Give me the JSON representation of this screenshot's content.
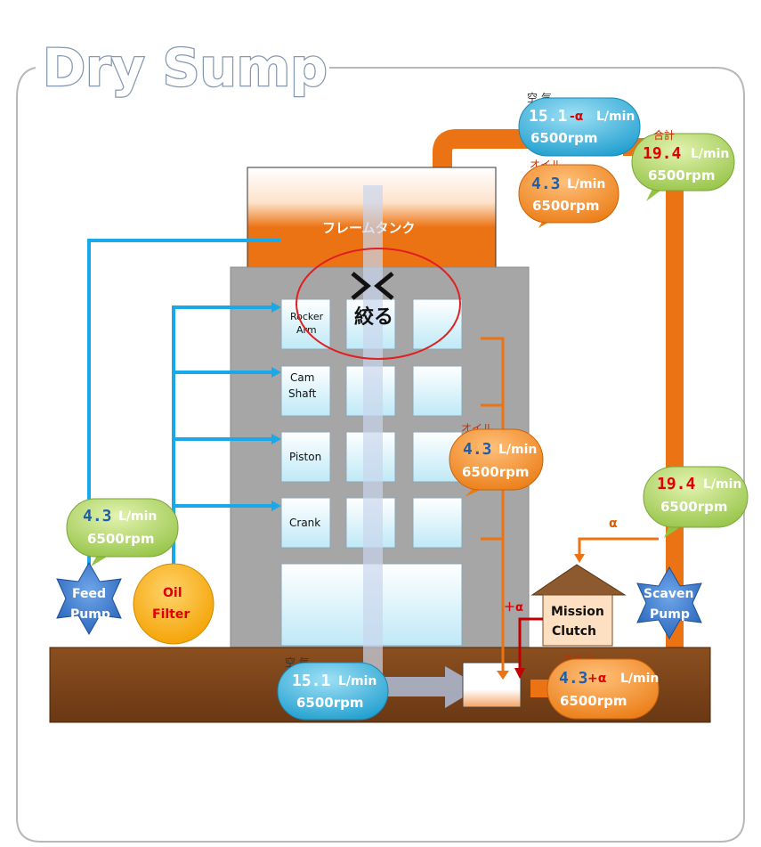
{
  "title": "Dry Sump",
  "colors": {
    "oil": "#ec7314",
    "feed": "#1aa9e8",
    "base": "#7b4318",
    "engine": "#a6a6a6",
    "red_text": "#e00000",
    "blue_text": "#1f5ea8"
  },
  "tank": {
    "label": "フレームタンク"
  },
  "restrict": {
    "label": "絞る"
  },
  "engine_parts": {
    "rocker_arm": "Rocker Arm",
    "cam_shaft": "Cam Shaft",
    "piston": "Piston",
    "crank": "Crank"
  },
  "pumps": {
    "feed": {
      "line1": "Feed",
      "line2": "Pump"
    },
    "oil_filter": {
      "line1": "Oil",
      "line2": "Filter"
    },
    "scaven": {
      "line1": "Scaven",
      "line2": "Pump"
    }
  },
  "clutch": {
    "line1": "Mission",
    "line2": "Clutch"
  },
  "labels": {
    "alpha": "α",
    "plus_alpha": "＋α"
  },
  "bubbles": {
    "air_top": {
      "tag": "空 気",
      "num": "15.1",
      "sym": "-α",
      "unit": "L/min",
      "rpm": "6500rpm"
    },
    "oil_top": {
      "tag": "オイル",
      "num": "4.3",
      "unit": "L/min",
      "rpm": "6500rpm"
    },
    "total_top": {
      "tag": "合計",
      "num": "19.4",
      "unit": "L/min",
      "rpm": "6500rpm"
    },
    "oil_mid": {
      "tag": "オイル",
      "num": "4.3",
      "unit": "L/min",
      "rpm": "6500rpm"
    },
    "total_right": {
      "num": "19.4",
      "unit": "L/min",
      "rpm": "6500rpm"
    },
    "feed_left": {
      "num": "4.3",
      "unit": "L/min",
      "rpm": "6500rpm"
    },
    "air_bottom": {
      "tag": "空 気",
      "num": "15.1",
      "unit": "L/min",
      "rpm": "6500rpm"
    },
    "oil_bottom": {
      "tag": "オイル",
      "num": "4.3",
      "sym": "+α",
      "unit": "L/min",
      "rpm": "6500rpm"
    }
  }
}
